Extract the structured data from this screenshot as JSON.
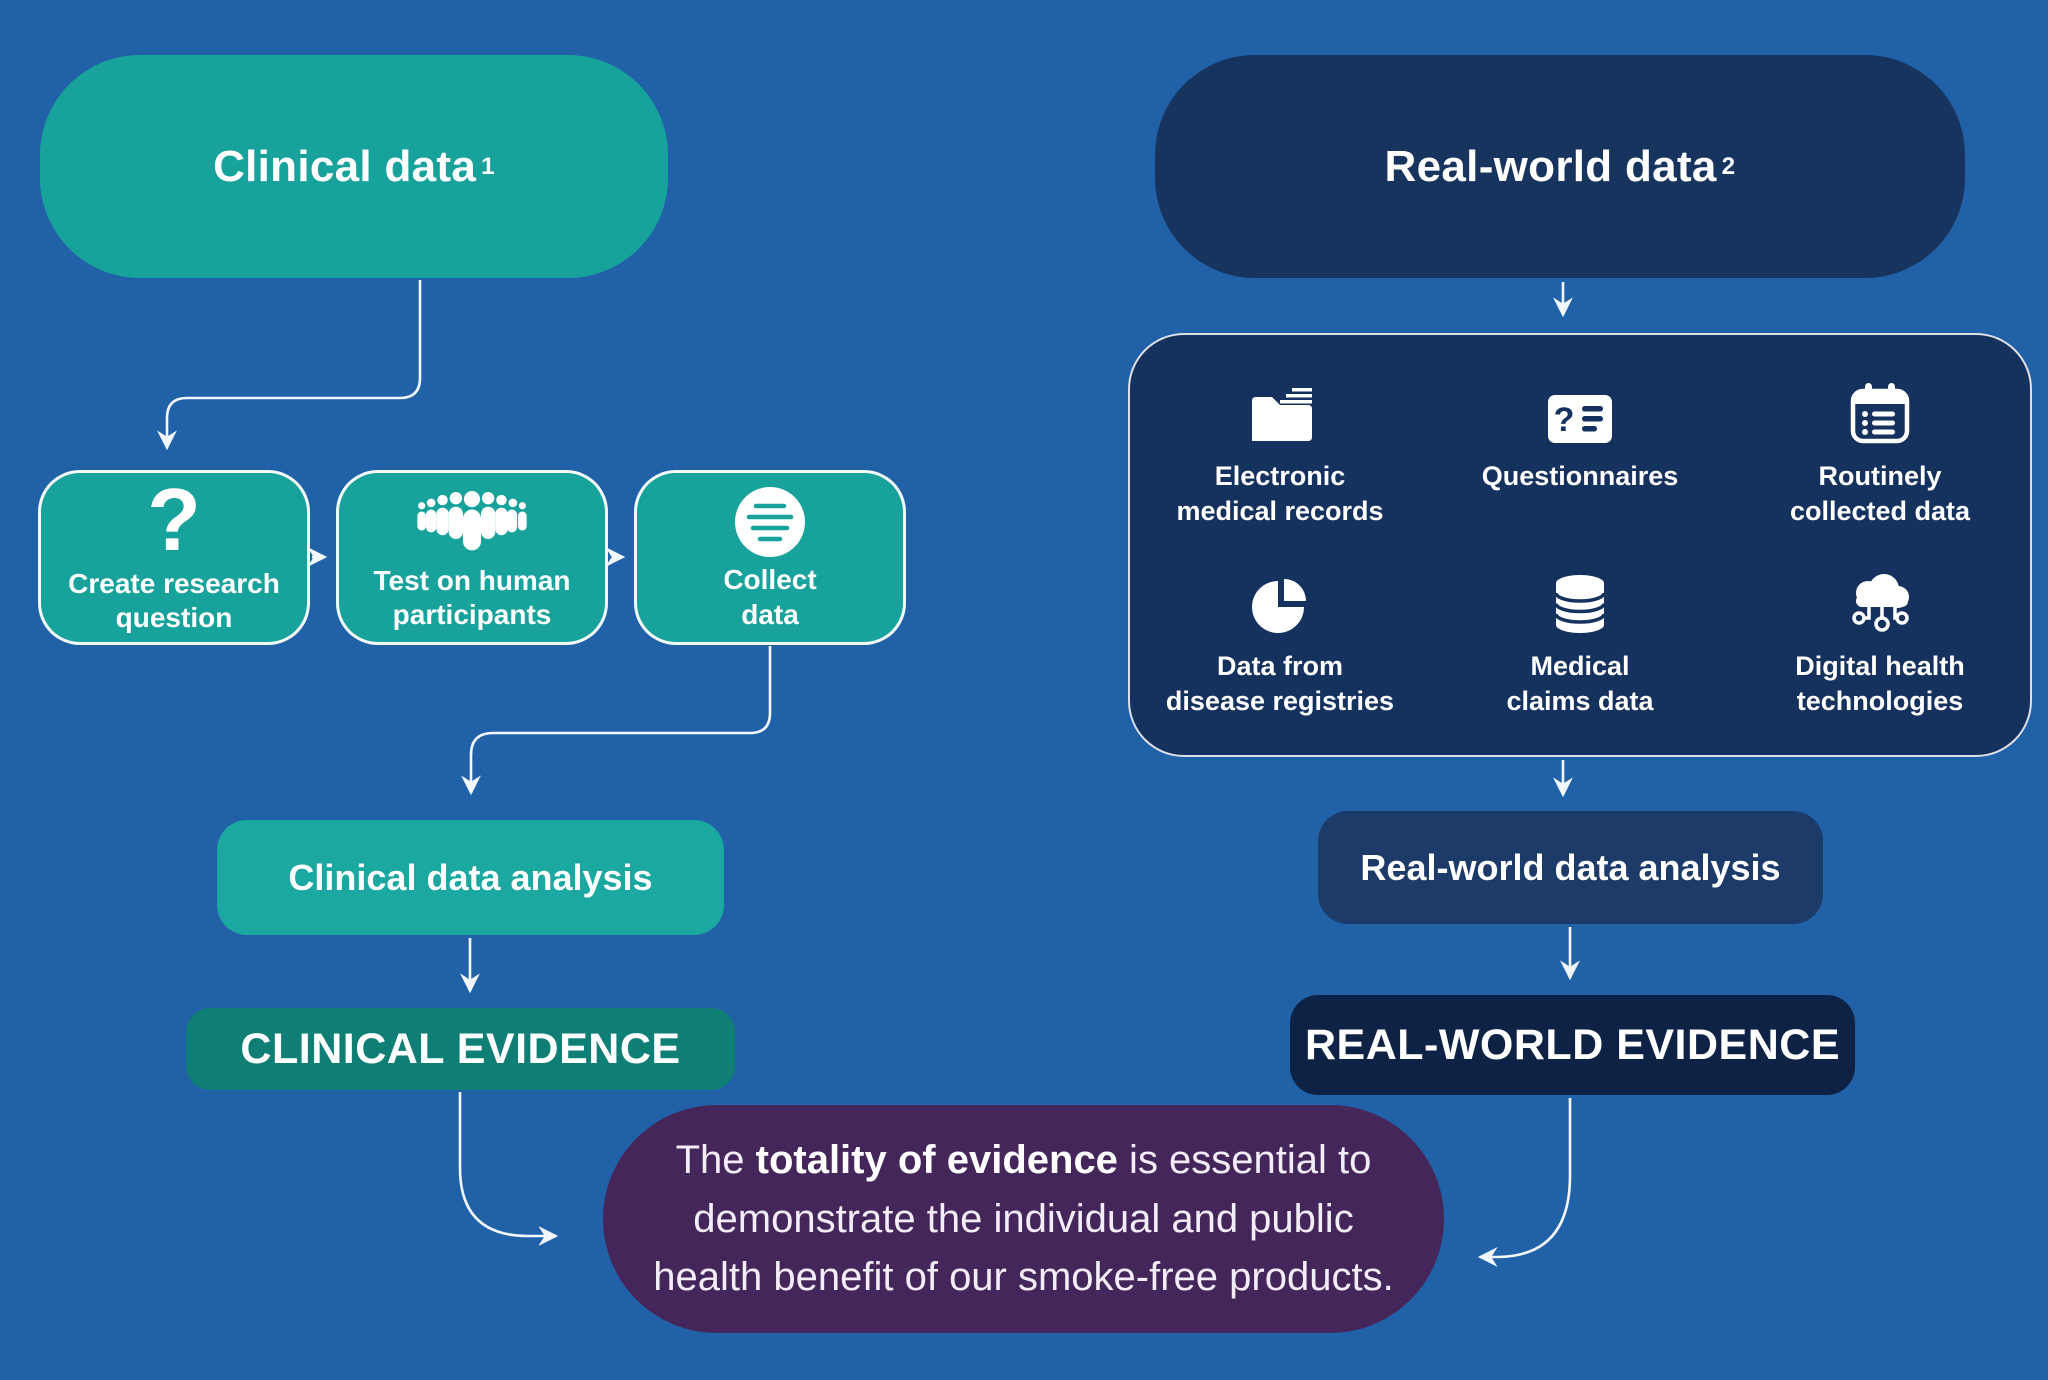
{
  "colors": {
    "background": "#2161A7",
    "teal": "#17A29B",
    "teal_dark": "#0F7E75",
    "navy": "#17345F",
    "navy_panel": "#15315E",
    "navy_dark": "#0E2245",
    "purple": "#45265A",
    "arrow": "#F2F7FD"
  },
  "clinical": {
    "header": {
      "label": "Clinical data",
      "superscript": "1"
    },
    "steps": [
      {
        "label": "Create research\nquestion",
        "icon": "question-mark-icon"
      },
      {
        "label": "Test on human\nparticipants",
        "icon": "crowd-icon"
      },
      {
        "label": "Collect\ndata",
        "icon": "document-lines-icon"
      }
    ],
    "analysis_label": "Clinical data analysis",
    "evidence_label": "CLINICAL EVIDENCE"
  },
  "real_world": {
    "header": {
      "label": "Real-world data",
      "superscript": "2"
    },
    "sources": [
      {
        "label": "Electronic\nmedical records",
        "icon": "folder-icon"
      },
      {
        "label": "Questionnaires",
        "icon": "questionnaire-icon"
      },
      {
        "label": "Routinely\ncollected data",
        "icon": "calendar-icon"
      },
      {
        "label": "Data from\ndisease registries",
        "icon": "pie-chart-icon"
      },
      {
        "label": "Medical\nclaims data",
        "icon": "database-icon"
      },
      {
        "label": "Digital health\ntechnologies",
        "icon": "cloud-network-icon"
      }
    ],
    "analysis_label": "Real-world data analysis",
    "evidence_label": "REAL-WORLD EVIDENCE"
  },
  "conclusion": {
    "prefix": "The ",
    "bold": "totality of evidence",
    "suffix": " is essential to\ndemonstrate the individual and public\nhealth benefit of our smoke-free products."
  }
}
